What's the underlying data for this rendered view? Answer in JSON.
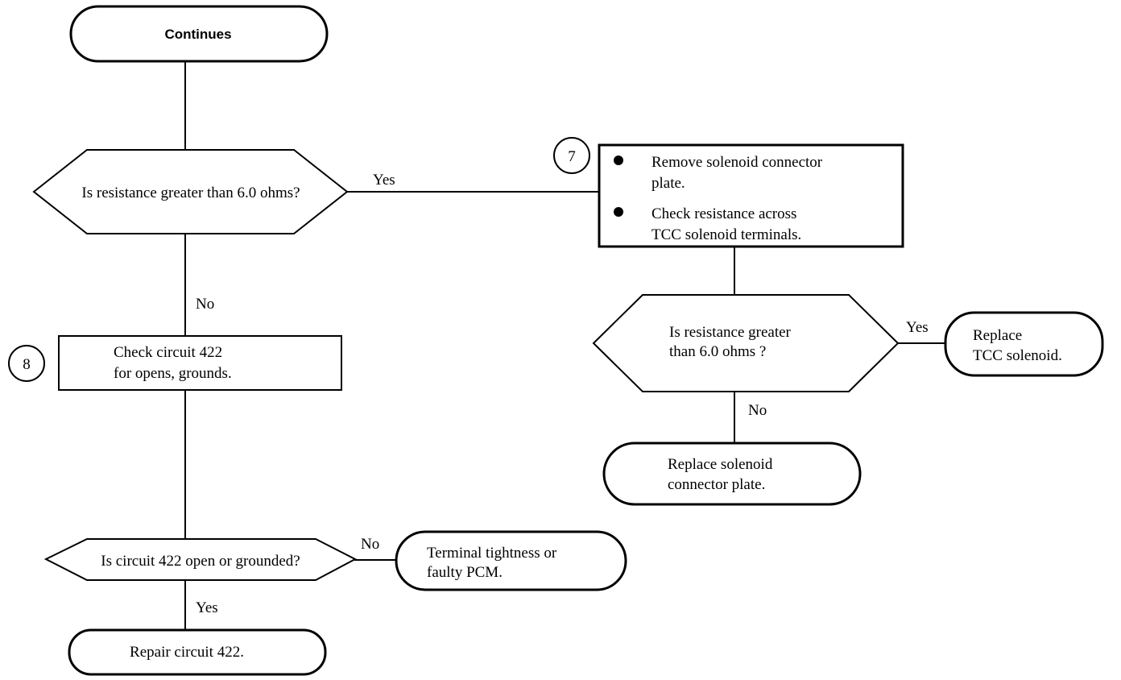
{
  "nodes": {
    "continues": "Continues",
    "decision_resistance": "Is resistance greater than 6.0 ohms?",
    "step7_number": "7",
    "step7_bullet1_line1": "Remove solenoid connector",
    "step7_bullet1_line2": "plate.",
    "step7_bullet2_line1": "Check resistance across",
    "step7_bullet2_line2": "TCC solenoid terminals.",
    "decision_resistance2_line1": "Is resistance greater",
    "decision_resistance2_line2": "than 6.0 ohms ?",
    "replace_tcc_line1": "Replace",
    "replace_tcc_line2": "TCC solenoid.",
    "replace_plate_line1": "Replace solenoid",
    "replace_plate_line2": "connector plate.",
    "step8_number": "8",
    "step8_line1": "Check circuit 422",
    "step8_line2": "for opens, grounds.",
    "decision_circuit": "Is circuit 422 open or grounded?",
    "terminal_line1": "Terminal tightness or",
    "terminal_line2": "faulty PCM.",
    "repair": "Repair circuit 422."
  },
  "edges": {
    "yes_1": "Yes",
    "no_1": "No",
    "yes_2": "Yes",
    "no_2": "No",
    "no_3": "No",
    "yes_3": "Yes"
  }
}
